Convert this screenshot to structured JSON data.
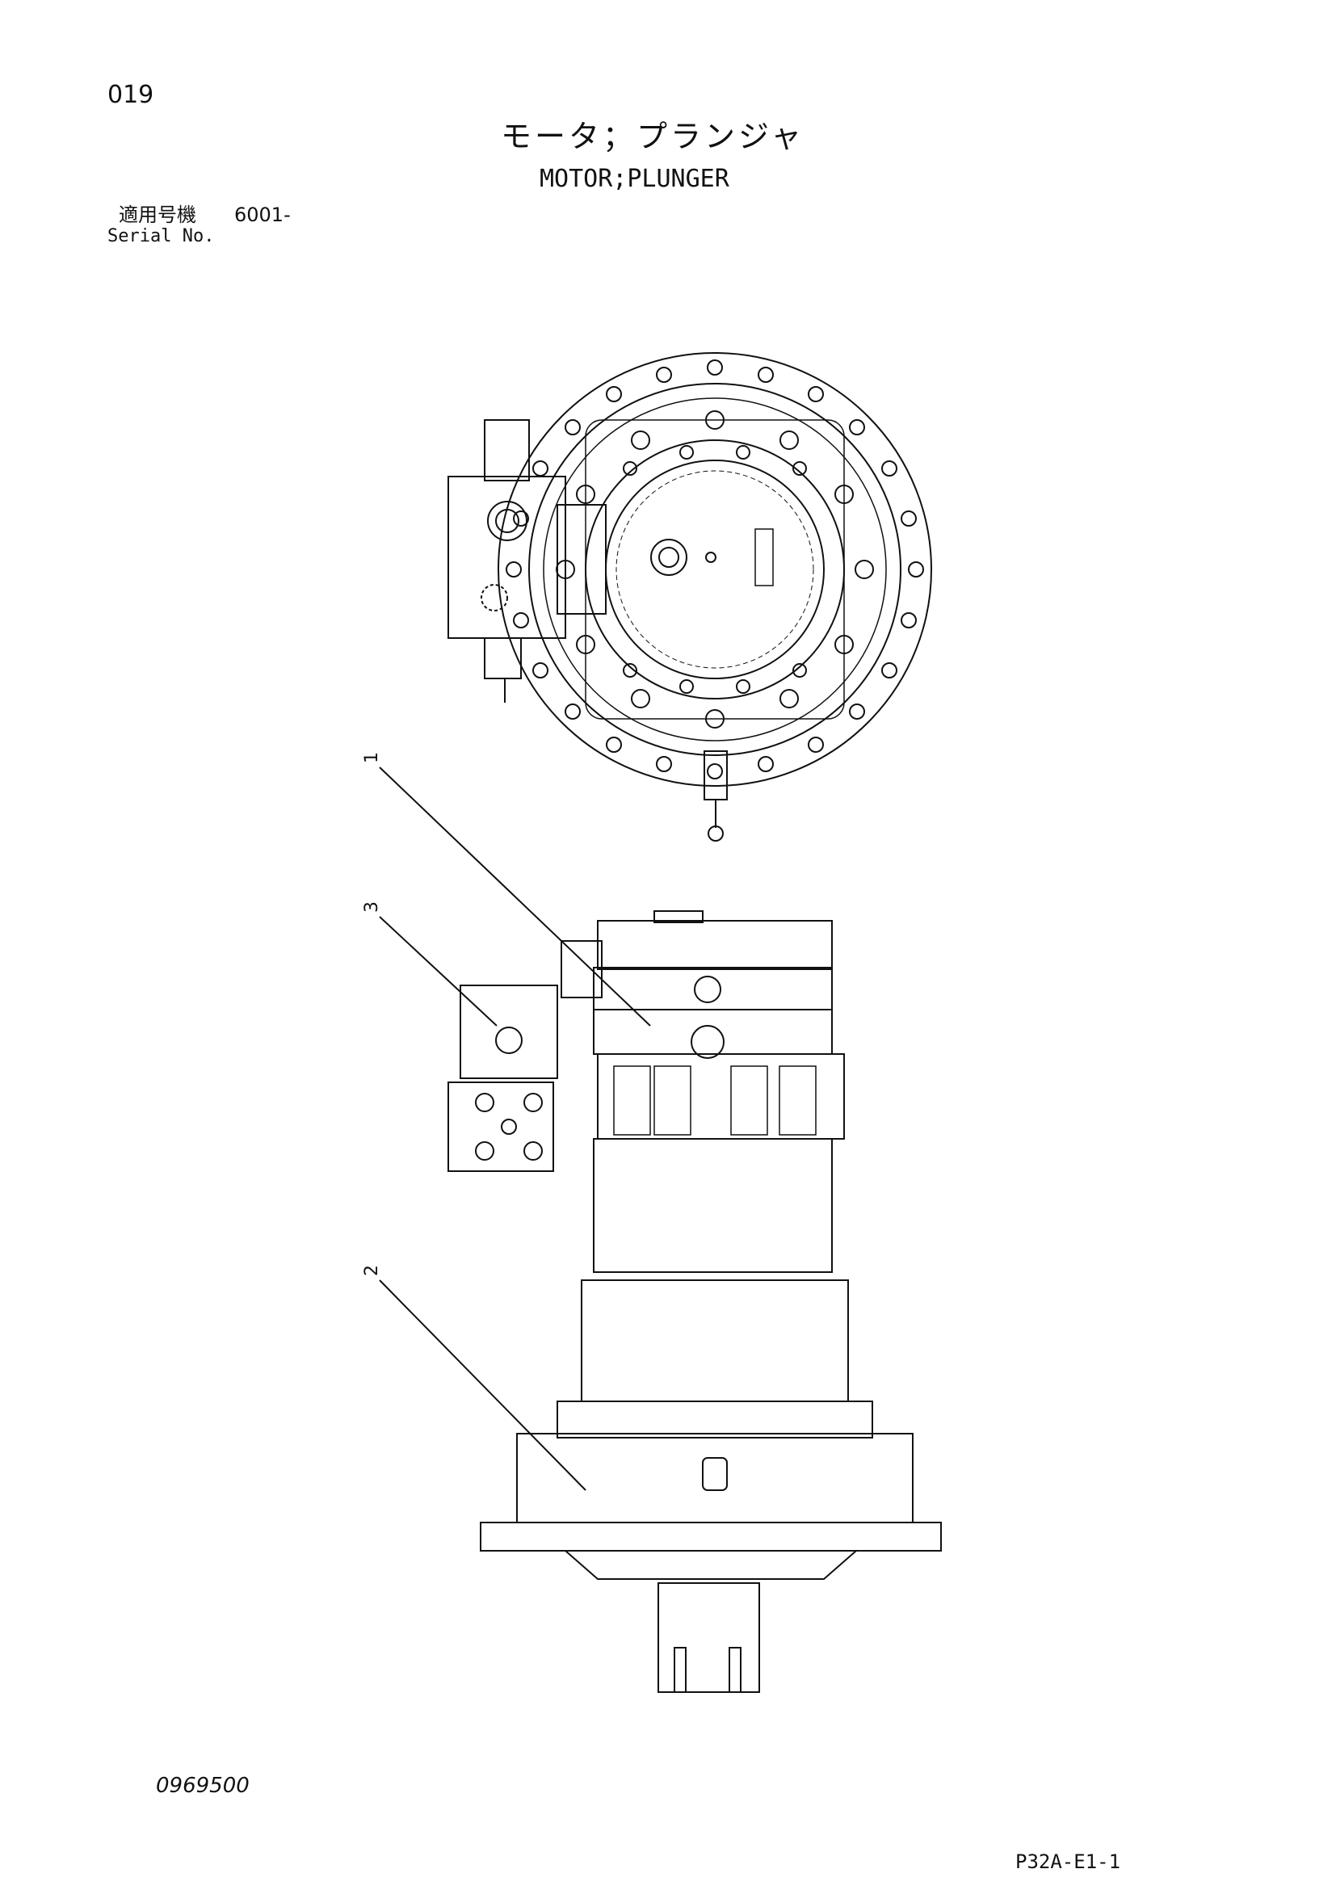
{
  "header": {
    "page_number": "019",
    "title_jp": "モータ；プランジャ",
    "title_en": "MOTOR;PLUNGER",
    "serial_label_jp": "適用号機",
    "serial_value": "6001-",
    "serial_label_en": "Serial No."
  },
  "drawing": {
    "callouts": [
      "1",
      "3",
      "2"
    ]
  },
  "footer": {
    "doc_number": "0969500",
    "page_code": "P32A-E1-1"
  }
}
